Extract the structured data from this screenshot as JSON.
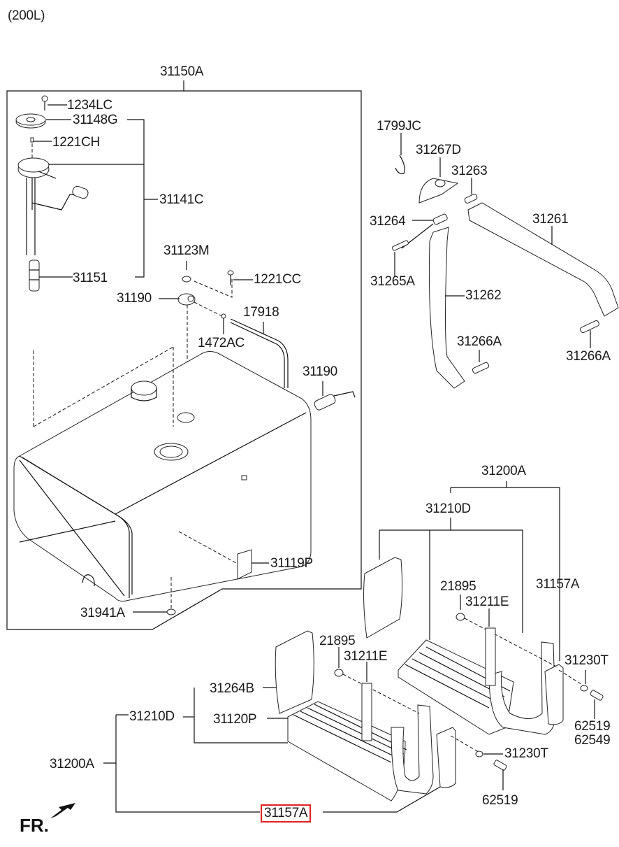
{
  "diagram": {
    "capacity_note": "(200L)",
    "direction_label": "FR.",
    "highlight_color": "#e02020",
    "highlighted_part": "31157A",
    "fuel_tank_assy": {
      "assy_label": "31150A",
      "parts": {
        "screw_top": "1234LC",
        "cap_plate": "31148G",
        "screw_sender": "1221CH",
        "sender_assy": "31141C",
        "filter": "31151",
        "grommet": "31123M",
        "screw_bracket": "1221CC",
        "vent_valve": "31190",
        "clip": "1472AC",
        "hose": "17918",
        "drain_valve": "31190",
        "label_plate": "31119P",
        "drain_plug": "31941A"
      }
    },
    "mounting_bands": {
      "clip": "1799JC",
      "bracket": "31267D",
      "pin_top": "31263",
      "band_right": "31261",
      "pin_left": "31264",
      "bolt": "31265A",
      "band_left": "31262",
      "pin_lower_left": "31266A",
      "pin_lower_right": "31266A"
    },
    "step_assy_upper": {
      "assy_label": "31200A",
      "sub_assy_label": "31210D",
      "bracket": "31157A",
      "nut": "21895",
      "stay": "31211E",
      "washer": "31230T",
      "bolts": [
        "62519",
        "62549"
      ]
    },
    "step_assy_lower": {
      "nut": "21895",
      "stay": "31211E",
      "mud_guard": "31264B",
      "sub_assy_label": "31210D",
      "step_plate": "31120P",
      "assy_label": "31200A",
      "washer": "31230T",
      "bolt": "62519",
      "bracket": "31157A"
    }
  }
}
